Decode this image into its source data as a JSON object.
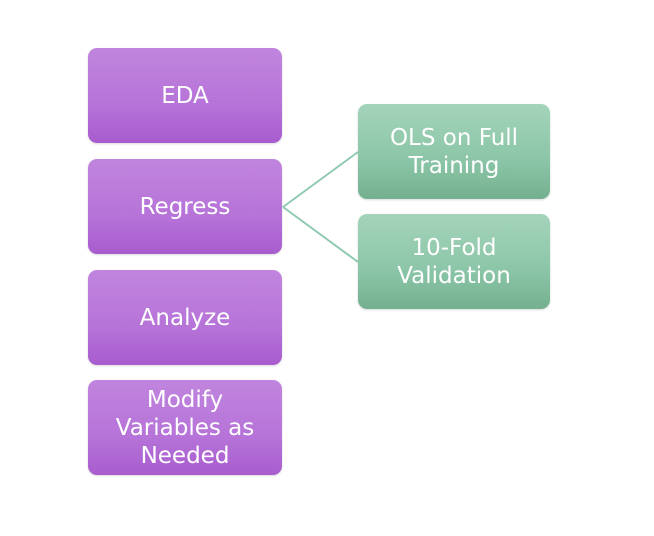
{
  "steps": [
    {
      "label": "EDA"
    },
    {
      "label": "Regress"
    },
    {
      "label": "Analyze"
    },
    {
      "label": "Modify\nVariables as\nNeeded"
    }
  ],
  "regress_children": [
    {
      "label": "OLS on Full\nTraining"
    },
    {
      "label": "10-Fold\nValidation"
    }
  ],
  "colors": {
    "step_fill": "#b673d8",
    "child_fill": "#8bc5a7",
    "connector": "#8fcab0",
    "text": "#ffffff"
  }
}
